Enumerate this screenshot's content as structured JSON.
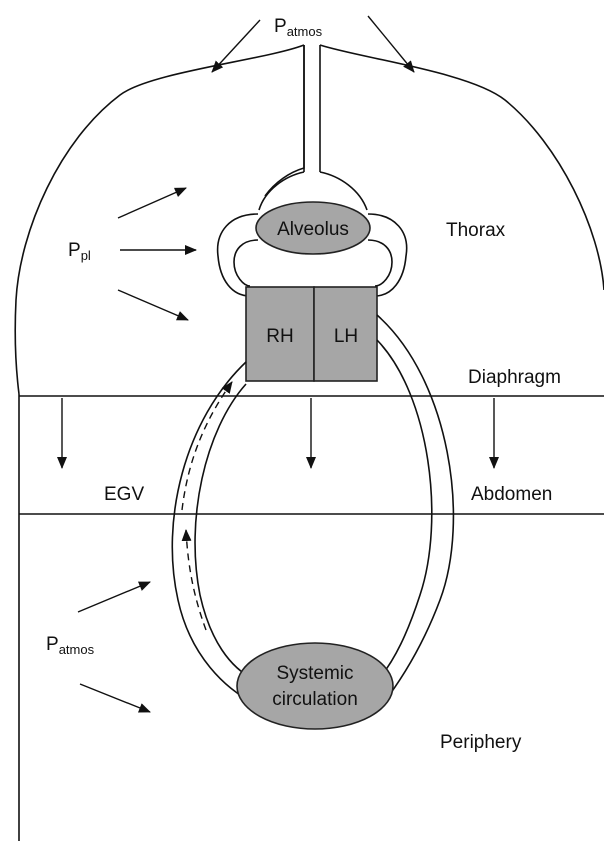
{
  "labels": {
    "p_atmos_top": {
      "main": "P",
      "sub": "atmos"
    },
    "p_pl": {
      "main": "P",
      "sub": "pl"
    },
    "p_atmos_periphery": {
      "main": "P",
      "sub": "atmos"
    },
    "alveolus": "Alveolus",
    "thorax": "Thorax",
    "rh": "RH",
    "lh": "LH",
    "diaphragm": "Diaphragm",
    "egv": "EGV",
    "abdomen": "Abdomen",
    "systemic_line1": "Systemic",
    "systemic_line2": "circulation",
    "periphery": "Periphery"
  },
  "colors": {
    "organ_fill": "#a6a6a6",
    "stroke": "#111111",
    "background": "#ffffff"
  }
}
